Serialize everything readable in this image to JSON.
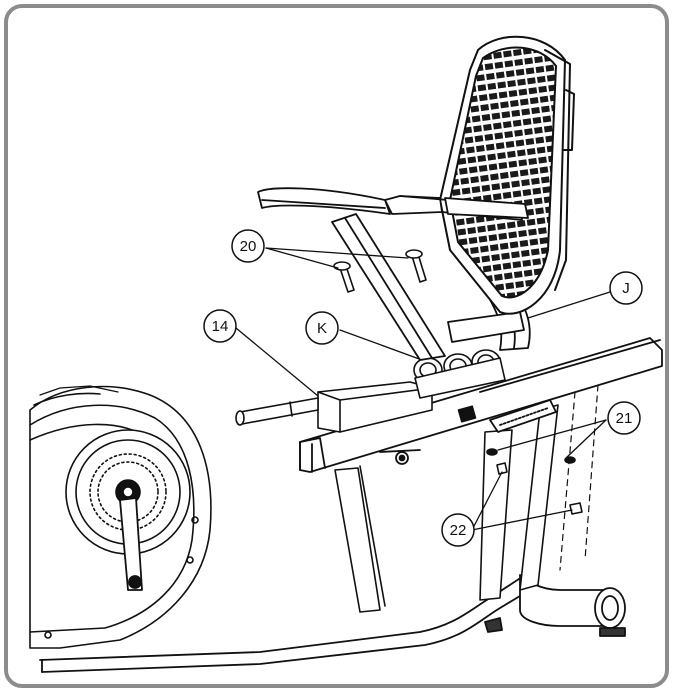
{
  "diagram": {
    "callouts": [
      {
        "id": "c20",
        "label": "20"
      },
      {
        "id": "c14",
        "label": "14"
      },
      {
        "id": "cK",
        "label": "K"
      },
      {
        "id": "cJ",
        "label": "J"
      },
      {
        "id": "c21",
        "label": "21"
      },
      {
        "id": "c22",
        "label": "22"
      }
    ]
  },
  "colors": {
    "frame": "#8c8c8c",
    "ink": "#111111",
    "mesh": "#1a1a1a",
    "paper": "#ffffff"
  }
}
